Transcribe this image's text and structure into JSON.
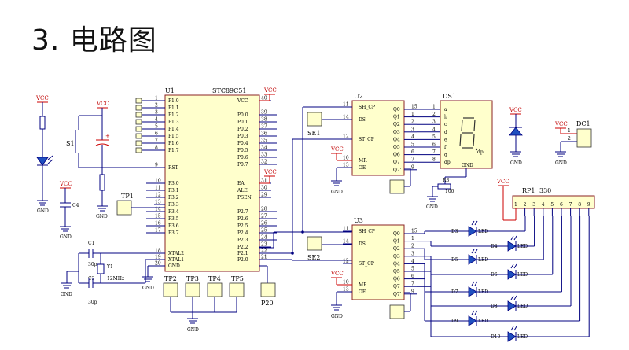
{
  "title": "3. 电路图",
  "labels": {
    "vcc": "VCC",
    "gnd": "GND",
    "u1": "U1",
    "u1_part": "STC89C51",
    "u2": "U2",
    "u3": "U3",
    "ds1": "DS1",
    "dc1": "DC1",
    "rp1": "RP1",
    "rp1_val": "330",
    "r3": "R3",
    "r3_val": "100",
    "s1": "S1",
    "se1": "SE1",
    "se2": "SE2",
    "tp1": "TP1",
    "tp2": "TP2",
    "tp3": "TP3",
    "tp4": "TP4",
    "tp5": "TP5",
    "p20": "P20",
    "c1": "C1",
    "c2": "C2",
    "c4": "C4",
    "c1_val": "30p",
    "c2_val": "30p",
    "y1": "Y1",
    "y1_val": "12MHz",
    "led_word": "LED",
    "dp": "dp"
  },
  "u1_left_pins": [
    "P1.0",
    "P1.1",
    "P1.2",
    "P1.3",
    "P1.4",
    "P1.5",
    "P1.6",
    "P1.7",
    "RST",
    "P3.0",
    "P3.1",
    "P3.2",
    "P3.3",
    "P3.4",
    "P3.5",
    "P3.6",
    "P3.7",
    "XTAL2",
    "XTAL1",
    "GND"
  ],
  "u1_left_nums": [
    "1",
    "2",
    "3",
    "4",
    "5",
    "6",
    "7",
    "8",
    "9",
    "10",
    "11",
    "12",
    "13",
    "14",
    "15",
    "16",
    "17",
    "18",
    "19",
    "20"
  ],
  "u1_right_pins": [
    "VCC",
    "P0.0",
    "P0.1",
    "P0.2",
    "P0.3",
    "P0.4",
    "P0.5",
    "P0.6",
    "P0.7",
    "EA",
    "ALE",
    "PSEN",
    "P2.7",
    "P2.6",
    "P2.5",
    "P2.4",
    "P2.3",
    "P2.2",
    "P2.1",
    "P2.0"
  ],
  "u1_right_nums": [
    "40",
    "39",
    "38",
    "37",
    "36",
    "35",
    "34",
    "33",
    "32",
    "31",
    "30",
    "29",
    "28",
    "27",
    "26",
    "25",
    "24",
    "23",
    "22",
    "21"
  ],
  "shift_left_pins": [
    "SH_CP",
    "DS",
    "ST_CP",
    "MR",
    "OE"
  ],
  "shift_left_nums": [
    "11",
    "14",
    "12",
    "10",
    "13"
  ],
  "shift_right_pins": [
    "Q0",
    "Q1",
    "Q2",
    "Q3",
    "Q4",
    "Q5",
    "Q6",
    "Q7",
    "Q7'"
  ],
  "shift_right_nums": [
    "15",
    "1",
    "2",
    "3",
    "4",
    "5",
    "6",
    "7",
    "9"
  ],
  "seg_letters": [
    "a",
    "b",
    "c",
    "d",
    "e",
    "f",
    "g",
    "dp"
  ],
  "seg_nums": [
    "1",
    "2",
    "3",
    "4",
    "5",
    "6",
    "7",
    "8"
  ],
  "rp1_pins": [
    "1",
    "2",
    "3",
    "4",
    "5",
    "6",
    "7",
    "8",
    "9"
  ],
  "dc1_pins": [
    "1",
    "2"
  ],
  "leds": [
    "D3",
    "D4",
    "D5",
    "D6",
    "D7",
    "D8",
    "D9",
    "D10"
  ]
}
